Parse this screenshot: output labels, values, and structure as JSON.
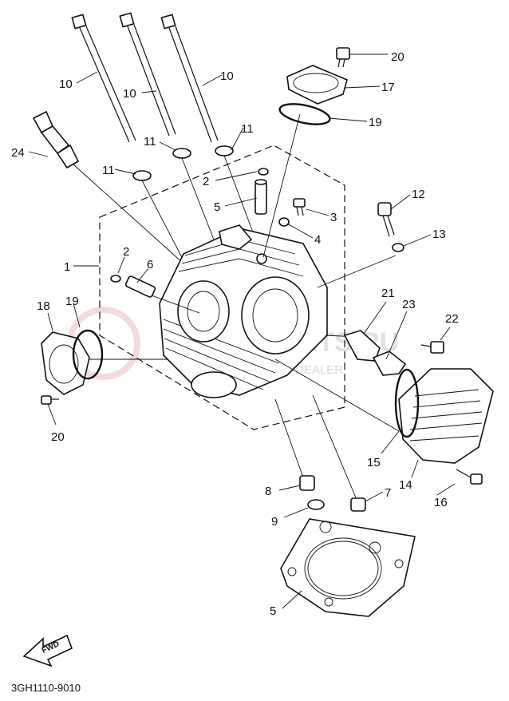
{
  "diagram": {
    "drawing_code": "3GH1110-9010",
    "fwd_label": "FWD",
    "watermark": "VESPA-PARTS.RU",
    "watermark_sub": "DEALER",
    "callouts": [
      "1",
      "2",
      "2",
      "3",
      "4",
      "5",
      "5",
      "6",
      "7",
      "8",
      "9",
      "10",
      "10",
      "10",
      "11",
      "11",
      "11",
      "12",
      "13",
      "14",
      "15",
      "16",
      "17",
      "18",
      "19",
      "19",
      "20",
      "20",
      "21",
      "22",
      "23",
      "24"
    ]
  }
}
